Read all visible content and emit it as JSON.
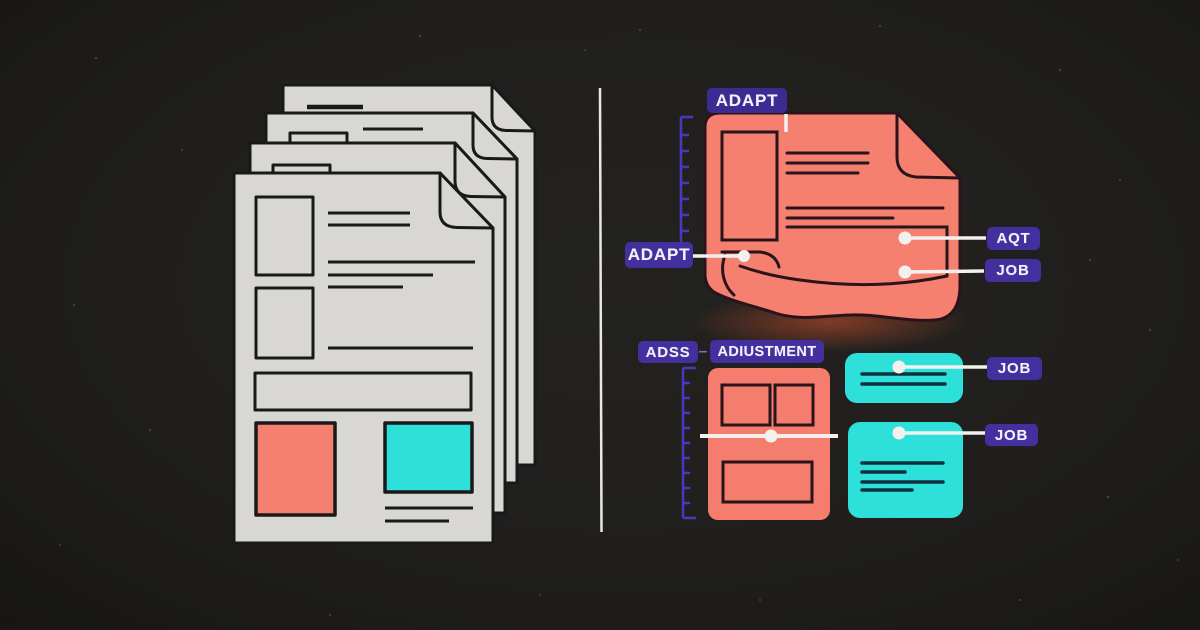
{
  "colors": {
    "background": "#201f1d",
    "paper": "#d8d7d4",
    "ink": "#191919",
    "coral": "#f5806f",
    "coral_ink": "#2a141c",
    "cyan": "#2ee0da",
    "cyan_ink": "#10303c",
    "badge_purple": "#43309e",
    "ruler_purple": "#4f38c9",
    "connector_white": "#f3f1ee"
  },
  "left_panel": {
    "paper_count": 4,
    "front_paper_swatches": [
      "#f5806f",
      "#2ee0da"
    ]
  },
  "right_panel": {
    "top_document": {
      "label_top": "ADAPT",
      "label_left": "ADAPT",
      "callout_1": "AQT",
      "callout_2": "JOB"
    },
    "bottom_row": {
      "label_left": "ADSS",
      "separator": "–",
      "label_right": "ADIUSTMENT",
      "callout_1": "JOB",
      "callout_2": "JOB"
    }
  }
}
